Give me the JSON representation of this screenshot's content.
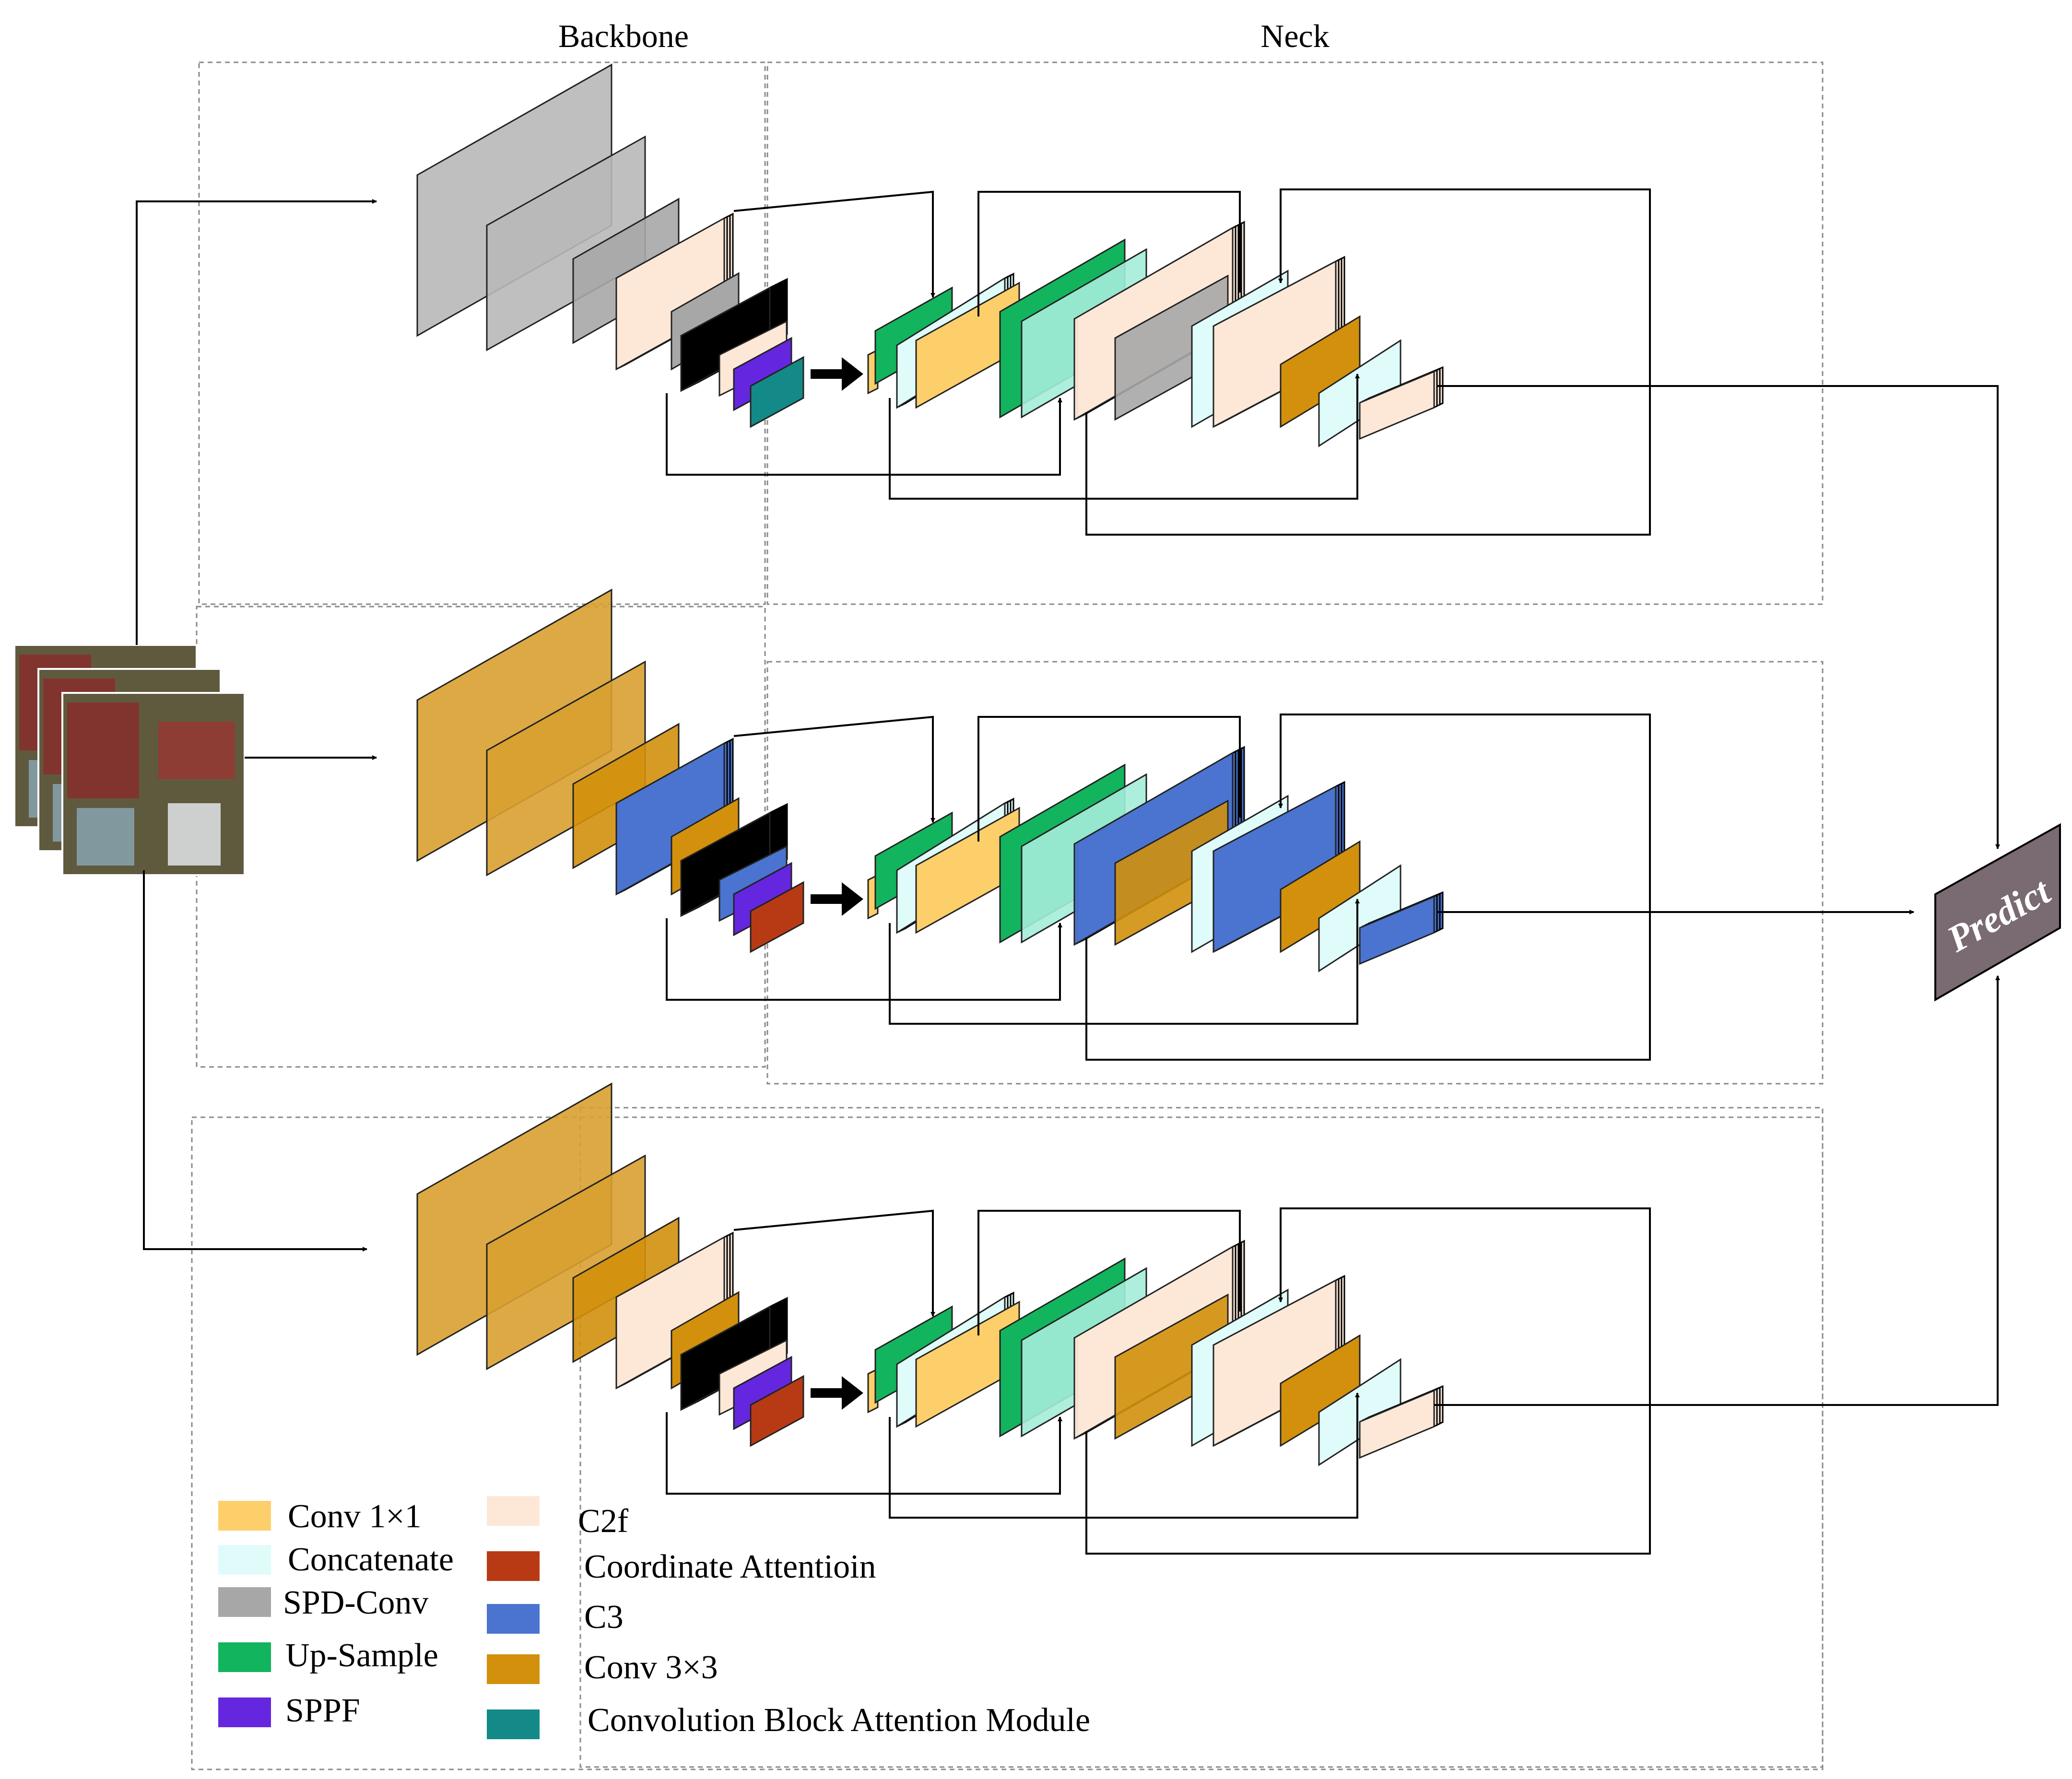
{
  "headings": {
    "backbone": "Backbone",
    "neck": "Neck"
  },
  "predict": {
    "label": "Predict",
    "color": "#7a6a72"
  },
  "colors": {
    "conv1x1": "#fdcf6b",
    "concat": "#dffcfb",
    "spd": "#a7a7a7",
    "upsample": "#13b45e",
    "sppf": "#6526e0",
    "c2f": "#fde8d8",
    "coordatt": "#b83a14",
    "c3": "#4a74cf",
    "conv3x3": "#d2900c",
    "cbam": "#138a87",
    "uplight": "#a4ecd9",
    "graybig": "#b8b8b8",
    "orangebig": "#d8a030"
  },
  "legend": [
    {
      "label": "Conv 1×1",
      "color": "#fdcf6b"
    },
    {
      "label": "Concatenate",
      "color": "#dffcfb"
    },
    {
      "label": "SPD-Conv",
      "color": "#a7a7a7"
    },
    {
      "label": "Up-Sample",
      "color": "#13b45e"
    },
    {
      "label": "SPPF",
      "color": "#6526e0"
    },
    {
      "label": "C2f",
      "color": "#fde8d8"
    },
    {
      "label": "Coordinate Attentioin",
      "color": "#b83a14"
    },
    {
      "label": "C3",
      "color": "#4a74cf"
    },
    {
      "label": "Conv 3×3",
      "color": "#d2900c"
    },
    {
      "label": "Convolution Block Attention Module",
      "color": "#138a87"
    }
  ],
  "branches": [
    {
      "name": "spd-conv-cbam-branch",
      "big": "graybig",
      "big3": "spd",
      "b4": "c2f",
      "b5": "spd",
      "b6": "c2f",
      "sppf": "sppf",
      "att": "cbam",
      "n4": "c2f",
      "n5": "spd",
      "n7": "c2f",
      "n8": "conv3x3",
      "out": "c2f"
    },
    {
      "name": "c3-coordinate-attention-branch",
      "big": "orangebig",
      "big3": "conv3x3",
      "b4": "c3",
      "b5": "conv3x3",
      "b6": "c3",
      "sppf": "sppf",
      "att": "coordatt",
      "n4": "c3",
      "n5": "conv3x3",
      "n7": "c3",
      "n8": "conv3x3",
      "out": "c3"
    },
    {
      "name": "c2f-coordinate-attention-branch",
      "big": "orangebig",
      "big3": "conv3x3",
      "b4": "c2f",
      "b5": "conv3x3",
      "b6": "c2f",
      "sppf": "sppf",
      "att": "coordatt",
      "n4": "c2f",
      "n5": "conv3x3",
      "n7": "c2f",
      "n8": "conv3x3",
      "out": "c2f"
    }
  ]
}
